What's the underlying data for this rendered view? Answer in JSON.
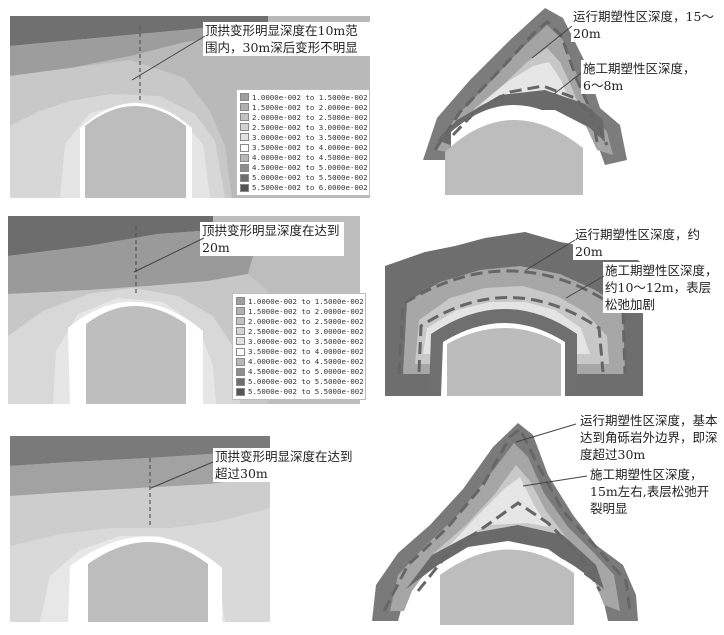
{
  "legend_colors": [
    "#9e9e9e",
    "#b1b1b1",
    "#c3c3c3",
    "#d3d3d3",
    "#e2e2e2",
    "#ffffff",
    "#b8b8b8",
    "#8e8e8e",
    "#6f6f6f",
    "#555555"
  ],
  "rows": [
    {
      "left_callout": "顶拱变形明显深度在10m范围内，30m深后变形不明显",
      "legend": [
        "1.0000e-002  to  1.5000e-002",
        "1.5000e-002  to  2.0000e-002",
        "2.0000e-002  to  2.5000e-002",
        "2.5000e-002  to  3.0000e-002",
        "3.0000e-002  to  3.5000e-002",
        "3.5000e-002  to  4.0000e-002",
        "4.0000e-002  to  4.5000e-002",
        "4.5000e-002  to  5.0000e-002",
        "5.0000e-002  to  5.5000e-002",
        "5.5000e-002  to  6.0000e-002"
      ],
      "right_callout_top": "运行期塑性区深度，15～20m",
      "right_callout_bottom": "施工期塑性区深度，6～8m"
    },
    {
      "left_callout": "顶拱变形明显深度在达到20m",
      "legend": [
        "1.0000e-002  to  1.5000e-002",
        "1.5000e-002  to  2.0000e-002",
        "2.0000e-002  to  2.5000e-002",
        "2.5000e-002  to  3.0000e-002",
        "3.0000e-002  to  3.5000e-002",
        "3.5000e-002  to  4.0000e-002",
        "4.0000e-002  to  4.5000e-002",
        "4.5000e-002  to  5.0000e-002",
        "5.0000e-002  to  5.5000e-002",
        "5.5000e-002  to  5.5000e-002"
      ],
      "right_callout_top": "运行期塑性区深度，约20m",
      "right_callout_bottom": "施工期塑性区深度，约10～12m，表层松弛加剧"
    },
    {
      "left_callout": "顶拱变形明显深度在达到超过30m",
      "right_callout_top": "运行期塑性区深度，基本达到角砾岩外边界，即深度超过30m",
      "right_callout_bottom": "施工期塑性区深度，15m左右,表层松弛开裂明显"
    }
  ]
}
